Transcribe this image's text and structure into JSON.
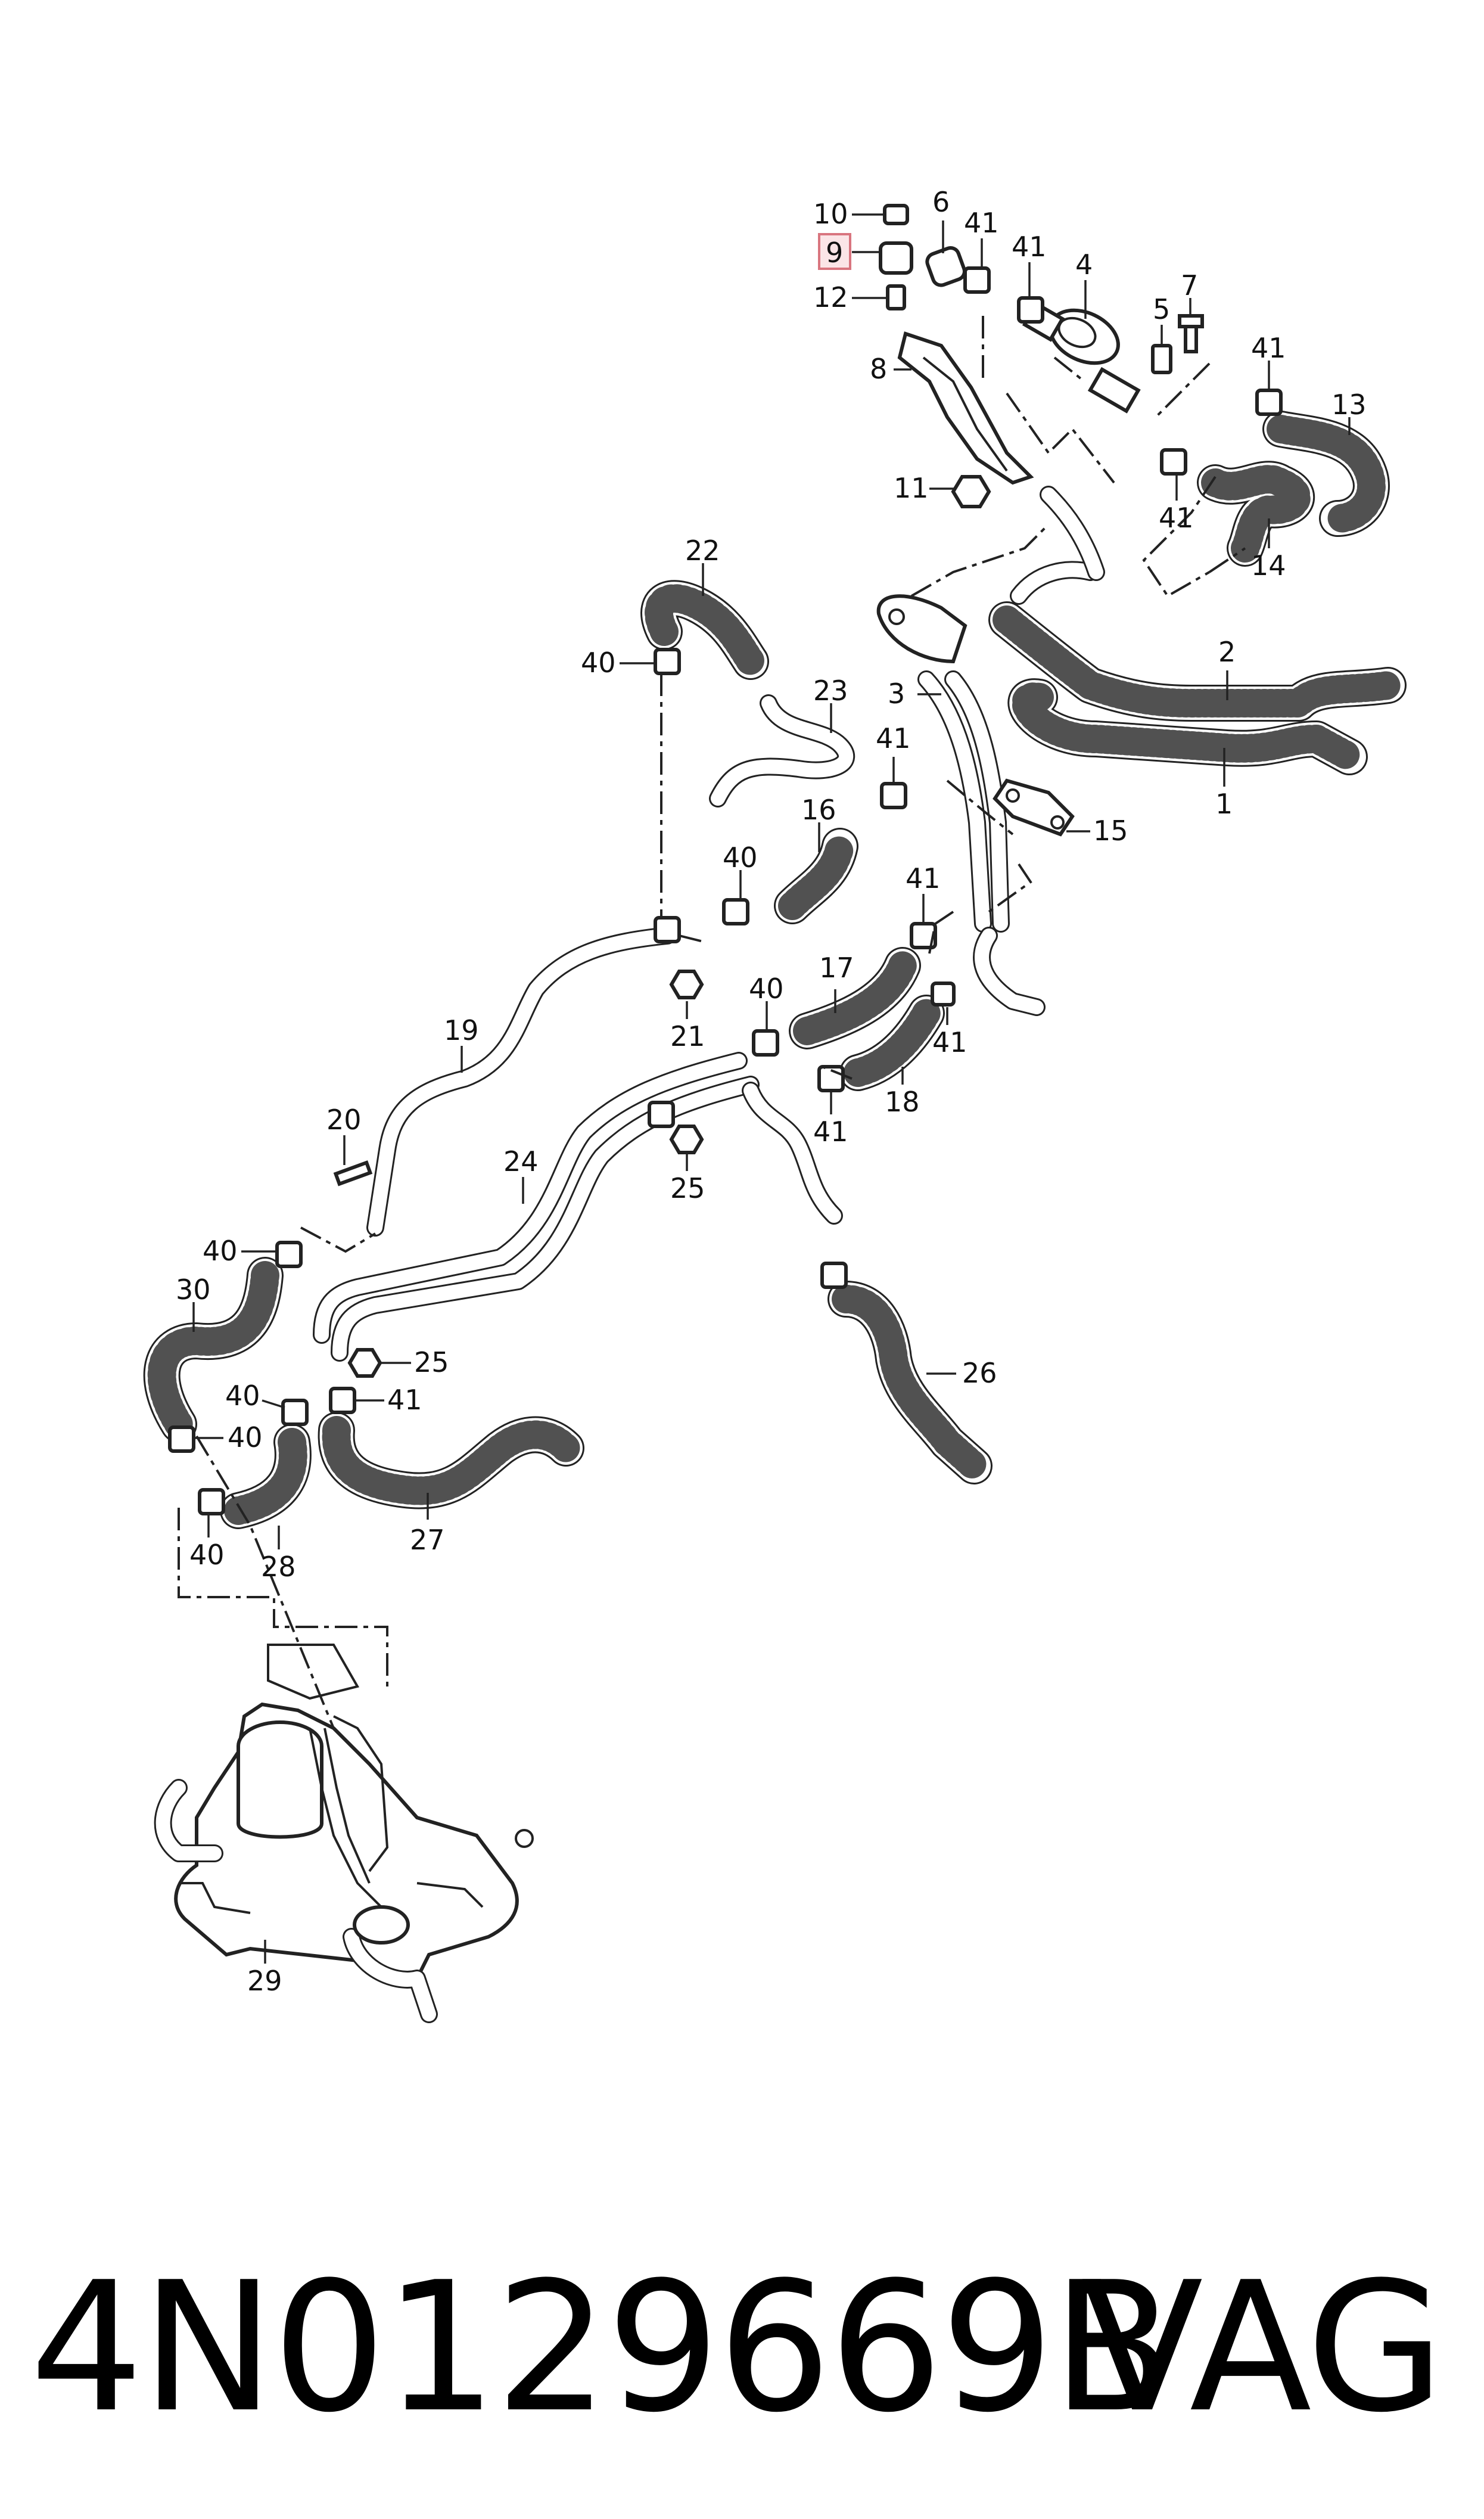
{
  "diagram": {
    "callouts": [
      {
        "id": "c1",
        "label": "1"
      },
      {
        "id": "c2",
        "label": "2"
      },
      {
        "id": "c3",
        "label": "3"
      },
      {
        "id": "c4",
        "label": "4"
      },
      {
        "id": "c5",
        "label": "5"
      },
      {
        "id": "c6",
        "label": "6"
      },
      {
        "id": "c7",
        "label": "7"
      },
      {
        "id": "c8",
        "label": "8"
      },
      {
        "id": "c9",
        "label": "9",
        "highlighted": true
      },
      {
        "id": "c10",
        "label": "10"
      },
      {
        "id": "c11",
        "label": "11"
      },
      {
        "id": "c12",
        "label": "12"
      },
      {
        "id": "c13",
        "label": "13"
      },
      {
        "id": "c14",
        "label": "14"
      },
      {
        "id": "c15",
        "label": "15"
      },
      {
        "id": "c16",
        "label": "16"
      },
      {
        "id": "c17",
        "label": "17"
      },
      {
        "id": "c18",
        "label": "18"
      },
      {
        "id": "c19",
        "label": "19"
      },
      {
        "id": "c20",
        "label": "20"
      },
      {
        "id": "c21",
        "label": "21"
      },
      {
        "id": "c22",
        "label": "22"
      },
      {
        "id": "c23",
        "label": "23"
      },
      {
        "id": "c24",
        "label": "24"
      },
      {
        "id": "c25a",
        "label": "25"
      },
      {
        "id": "c25b",
        "label": "25"
      },
      {
        "id": "c26",
        "label": "26"
      },
      {
        "id": "c27",
        "label": "27"
      },
      {
        "id": "c28",
        "label": "28"
      },
      {
        "id": "c29",
        "label": "29"
      },
      {
        "id": "c30",
        "label": "30"
      },
      {
        "id": "c40a",
        "label": "40"
      },
      {
        "id": "c40b",
        "label": "40"
      },
      {
        "id": "c40c",
        "label": "40"
      },
      {
        "id": "c40d",
        "label": "40"
      },
      {
        "id": "c40e",
        "label": "40"
      },
      {
        "id": "c40f",
        "label": "40"
      },
      {
        "id": "c40g",
        "label": "40"
      },
      {
        "id": "c41a",
        "label": "41"
      },
      {
        "id": "c41b",
        "label": "41"
      },
      {
        "id": "c41c",
        "label": "41"
      },
      {
        "id": "c41d",
        "label": "41"
      },
      {
        "id": "c41e",
        "label": "41"
      },
      {
        "id": "c41f",
        "label": "41"
      },
      {
        "id": "c41g",
        "label": "41"
      },
      {
        "id": "c41h",
        "label": "41"
      },
      {
        "id": "c41i",
        "label": "41"
      }
    ]
  },
  "footer": {
    "part_number": "4N0129669B",
    "brand": "VAG"
  },
  "colors": {
    "line": "#222222",
    "highlight_fill": "#fbe5e7",
    "highlight_border": "#d9757f"
  }
}
